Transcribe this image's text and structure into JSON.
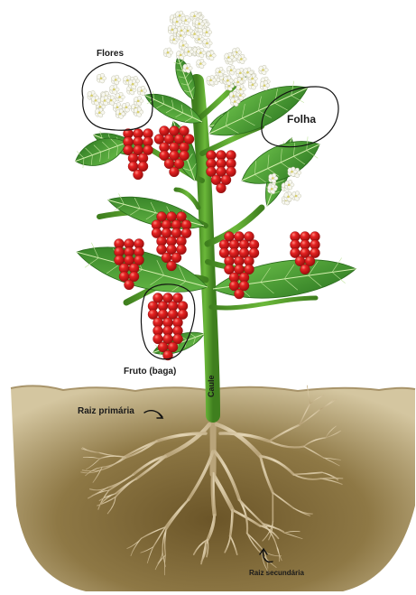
{
  "labels": {
    "flores": "Flores",
    "folha": "Folha",
    "fruto": "Fruto (baga)",
    "caule": "Caule",
    "raiz_primaria": "Raiz primária",
    "raiz_secundaria": "Raiz secundária"
  },
  "colors": {
    "soil_light": "#c9b78d",
    "soil_dark": "#6b5528",
    "stem": "#5aa02c",
    "leaf": "#4f9a34",
    "leaf_vein": "#c8e6a0",
    "berry": "#d91e1e",
    "flower": "#f4f4ec",
    "root": "#c9b896"
  },
  "icons": [
    "flower-cluster-icon",
    "leaf-icon",
    "berry-cluster-icon",
    "root-icon",
    "arrow-icon"
  ]
}
